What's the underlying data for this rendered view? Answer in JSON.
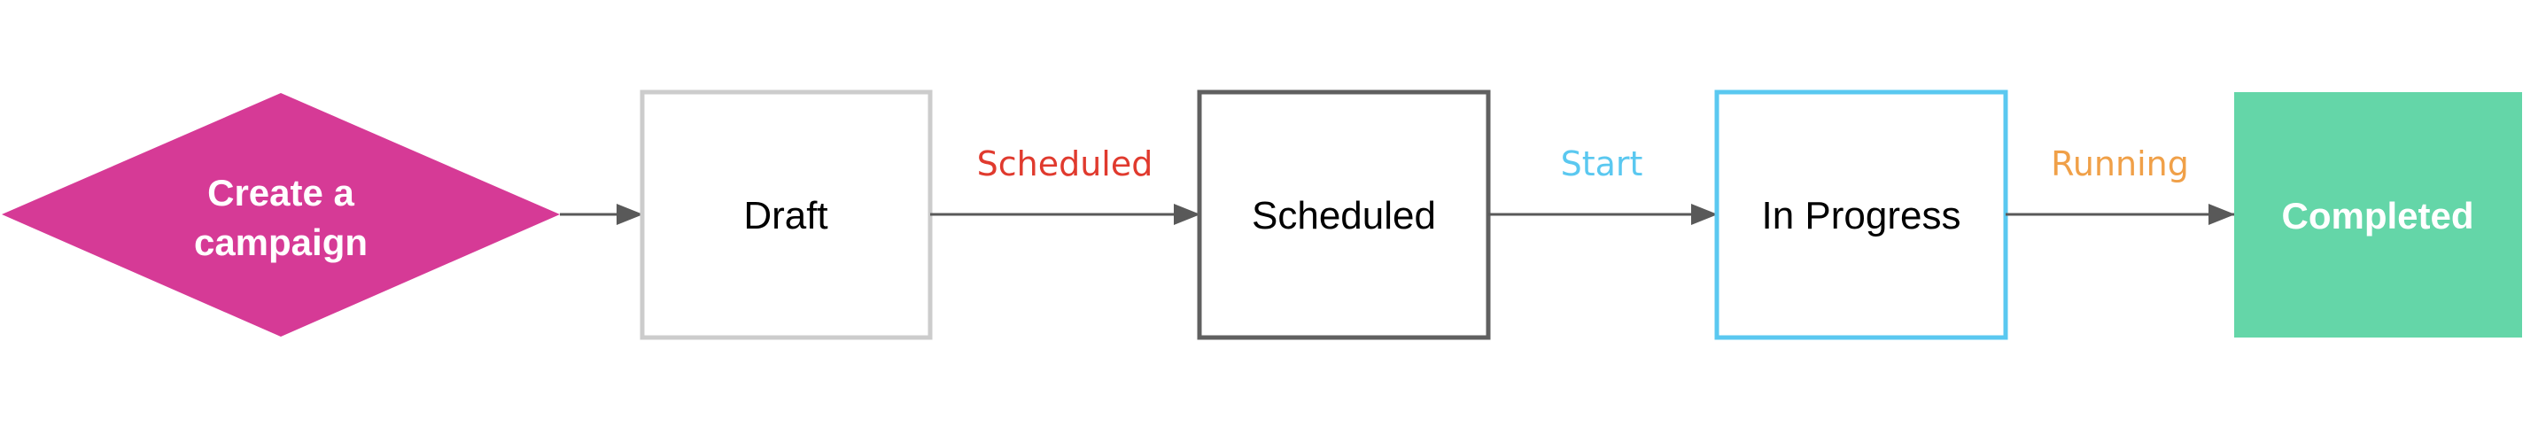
{
  "diagram": {
    "start": {
      "line1": "Create a",
      "line2": "campaign",
      "color": "#d63a96"
    },
    "states": {
      "draft": {
        "label": "Draft",
        "border": "#cccccc"
      },
      "scheduled": {
        "label": "Scheduled",
        "border": "#606060"
      },
      "in_progress": {
        "label": "In Progress",
        "border": "#5ac8f0"
      },
      "completed": {
        "label": "Completed",
        "fill": "#64d6a8"
      }
    },
    "transitions": {
      "draft_to_scheduled": {
        "label": "Scheduled",
        "color": "#e03a2e"
      },
      "scheduled_to_in_progress": {
        "label": "Start",
        "color": "#5ac8f0"
      },
      "in_progress_to_completed": {
        "label": "Running",
        "color": "#f0a048"
      }
    },
    "arrow_color": "#595959"
  }
}
